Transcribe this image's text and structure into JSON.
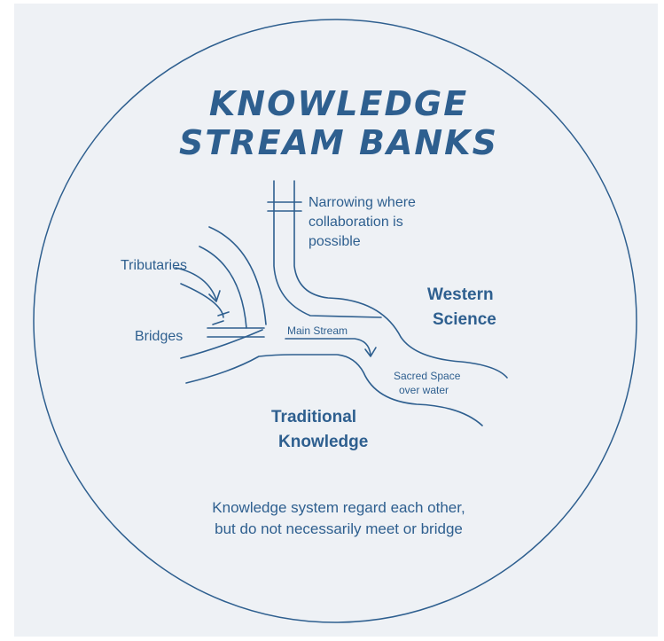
{
  "title": {
    "line1": "KNOWLEDGE",
    "line2": "STREAM BANKS"
  },
  "labels": {
    "narrowing": [
      "Narrowing where",
      "collaboration is",
      "possible"
    ],
    "tributaries": "Tributaries",
    "bridges": "Bridges",
    "main_stream": "Main Stream",
    "western_science": [
      "Western",
      "Science"
    ],
    "sacred_space": [
      "Sacred Space",
      "over water"
    ],
    "traditional_knowledge": [
      "Traditional",
      "Knowledge"
    ]
  },
  "caption": {
    "line1": "Knowledge system regard each other,",
    "line2": "but do not necessarily meet or bridge"
  },
  "colors": {
    "ink": "#2e5f8f",
    "background": "#eef1f5"
  }
}
